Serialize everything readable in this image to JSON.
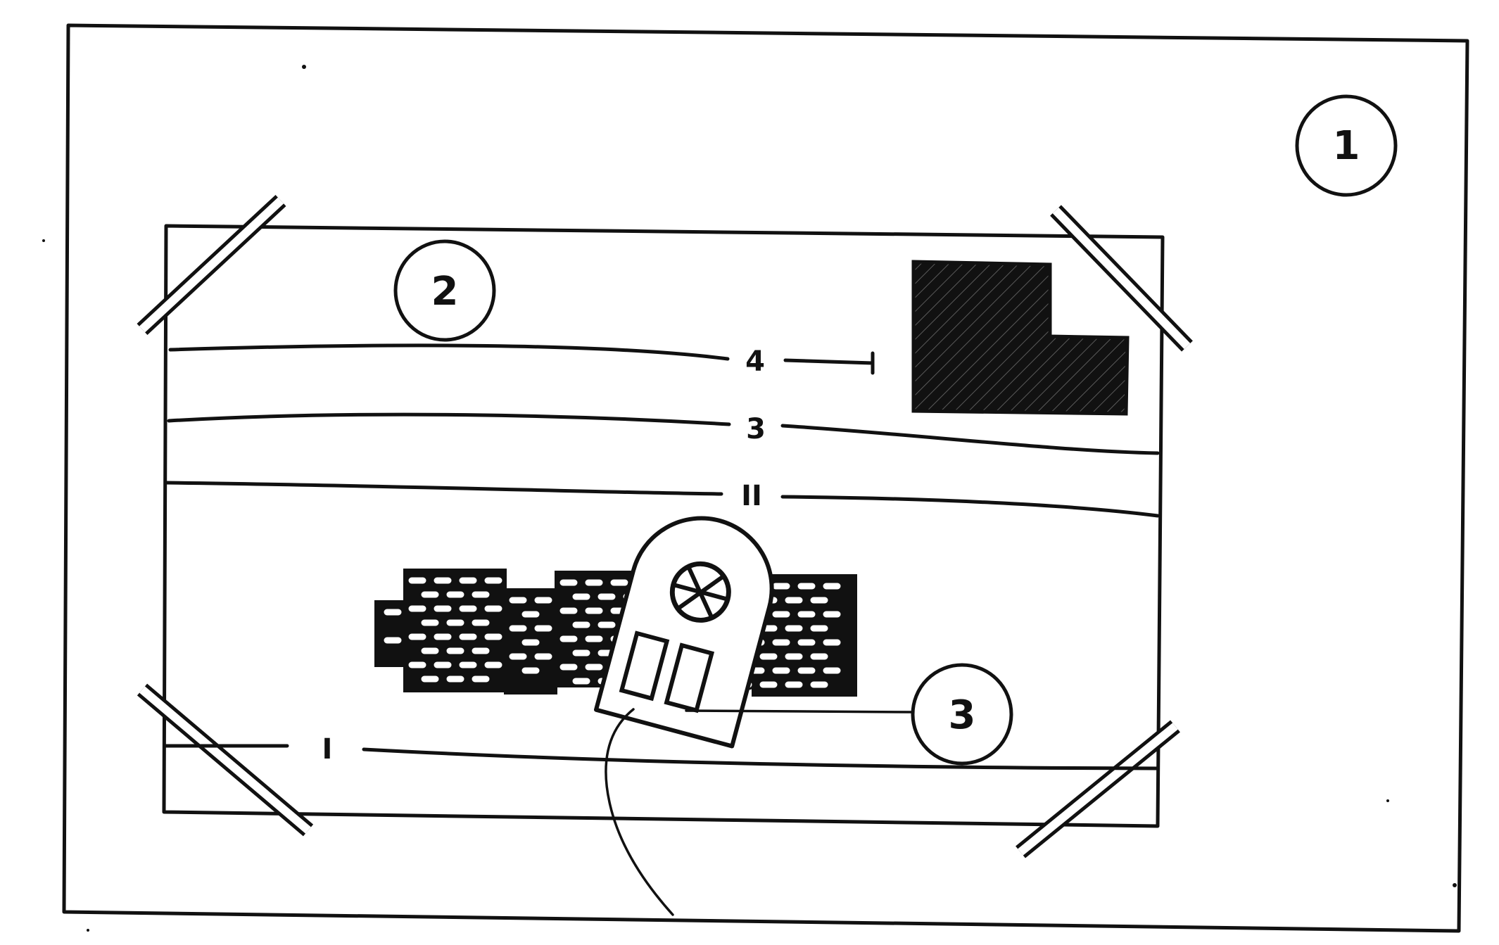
{
  "diagram": {
    "callouts": {
      "c1": "1",
      "c2": "2",
      "c3": "3"
    },
    "line_labels": {
      "line_4": "4",
      "line_3": "3",
      "line_II": "II",
      "line_I": "I"
    },
    "colors": {
      "ink": "#111111",
      "paper": "#ffffff"
    },
    "icons": [
      "tape-strip",
      "dark-block",
      "brick-pattern",
      "probe-device",
      "probe-cable"
    ]
  }
}
